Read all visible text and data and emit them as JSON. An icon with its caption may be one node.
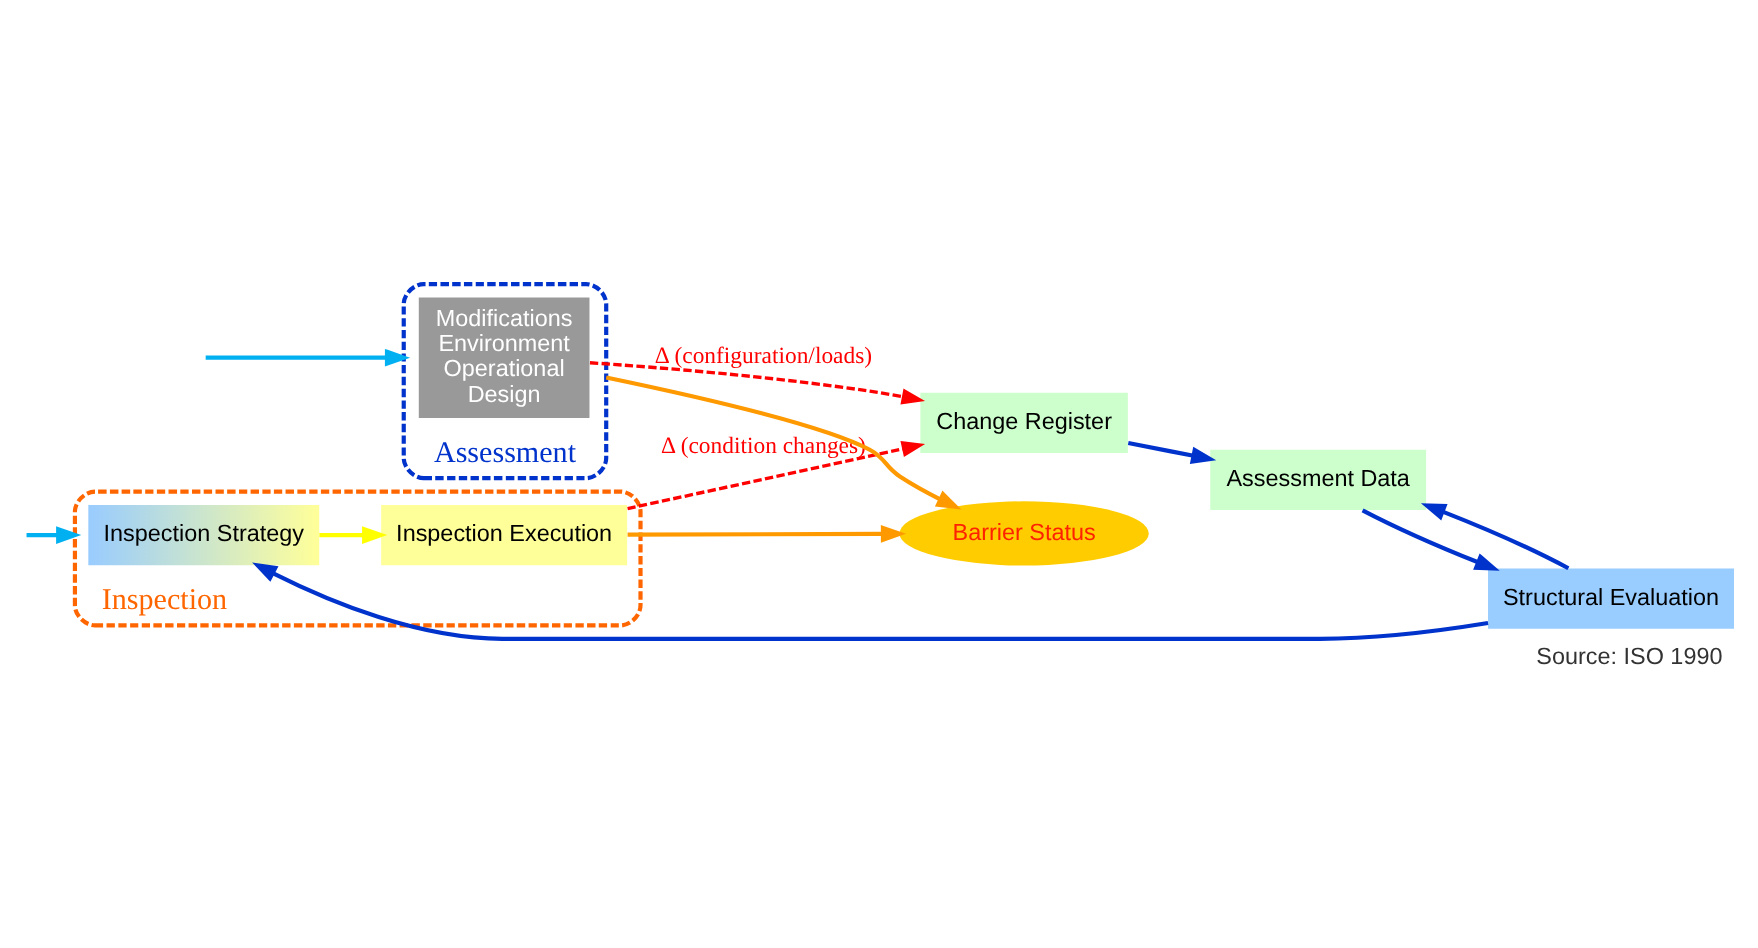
{
  "diagram": {
    "caption": "Source: ISO 1990",
    "nodes": [
      {
        "text": [
          "Inspection"
        ]
      },
      {
        "text": [
          "Assessment"
        ]
      },
      {
        "text": [
          "Change Register"
        ]
      },
      {
        "text": [
          "Assessment Data"
        ]
      },
      {
        "text": [
          "Structural Evaluation"
        ]
      },
      {
        "text": [
          "Inspection Strategy"
        ],
        "in": 0
      },
      {
        "text": [
          "Inspection Execution"
        ],
        "in": 0
      },
      {
        "text": [
          "Modifications",
          "Environment",
          "Operational",
          "Design"
        ],
        "in": 1
      },
      {
        "text": [
          "Barrier Status"
        ]
      }
    ],
    "edges": [
      {
        "from": 2,
        "to": 3,
        "arrow": "to"
      },
      {
        "from": 3,
        "to": 4,
        "arrow": "to"
      },
      {
        "from": 4,
        "to": 3,
        "arrow": "to"
      },
      {
        "from": 4,
        "to": 5,
        "arrow": "to"
      },
      {
        "from": 5,
        "to": 6,
        "arrow": "to",
        "color": "#ffff00"
      },
      {
        "from": 6,
        "to": 2,
        "arrow": "to",
        "style": "dashed",
        "color": "#ff0000",
        "label": "Δ (condition changes)"
      },
      {
        "from": 7,
        "to": 2,
        "arrow": "to",
        "style": "dashed",
        "color": "#ff0000",
        "label": "Δ (configuration/loads)"
      },
      {
        "from": 6,
        "to": 8,
        "arrow": "to",
        "color": "#ff9900"
      },
      {
        "from": 1,
        "to": 8,
        "arrow": "to",
        "color": "#ff9900"
      },
      {
        "from": null,
        "to": 0,
        "arrow": "to",
        "color": "#00b0f0"
      },
      {
        "from": null,
        "to": 1,
        "arrow": "to",
        "color": "#00b0f0"
      }
    ]
  }
}
